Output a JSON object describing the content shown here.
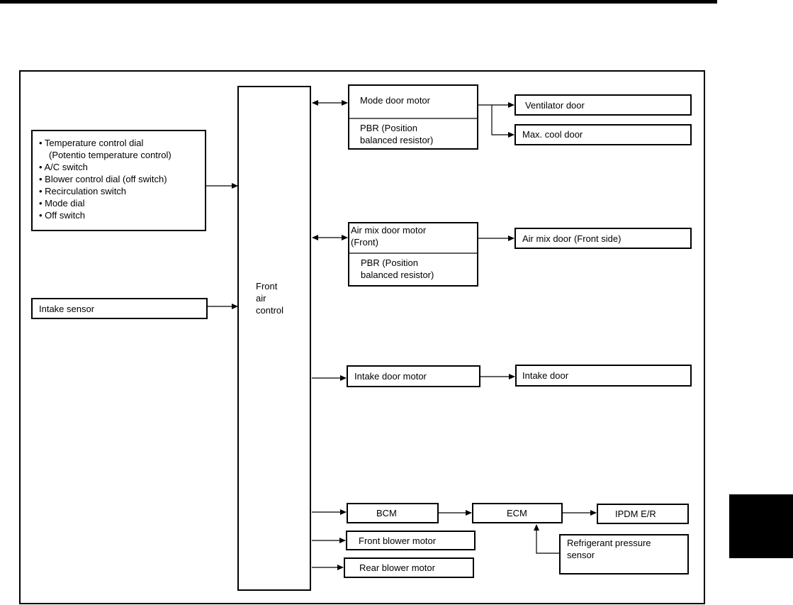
{
  "controller": {
    "line1": "Front",
    "line2": "air",
    "line3": "control"
  },
  "inputs": {
    "switches": [
      "• Temperature control dial",
      "(Potentio temperature control)",
      "• A/C switch",
      "• Blower control dial (off switch)",
      "• Recirculation switch",
      "• Mode dial",
      "• Off switch"
    ],
    "intake_sensor": "Intake sensor"
  },
  "mode_door": {
    "motor": "Mode door motor",
    "pbr_line1": "PBR (Position",
    "pbr_line2": "balanced resistor)",
    "ventilator": "Ventilator door",
    "max_cool": "Max. cool door"
  },
  "air_mix": {
    "motor_line1": "Air mix door motor",
    "motor_line2": "(Front)",
    "pbr_line1": "PBR (Position",
    "pbr_line2": "balanced resistor)",
    "door": "Air mix door (Front side)"
  },
  "intake": {
    "motor": "Intake door motor",
    "door": "Intake door"
  },
  "outputs": {
    "bcm": "BCM",
    "ecm": "ECM",
    "ipdm": "IPDM E/R",
    "refrigerant_line1": "Refrigerant pressure",
    "refrigerant_line2": "sensor",
    "front_blower": "Front blower motor",
    "rear_blower": "Rear blower motor"
  }
}
